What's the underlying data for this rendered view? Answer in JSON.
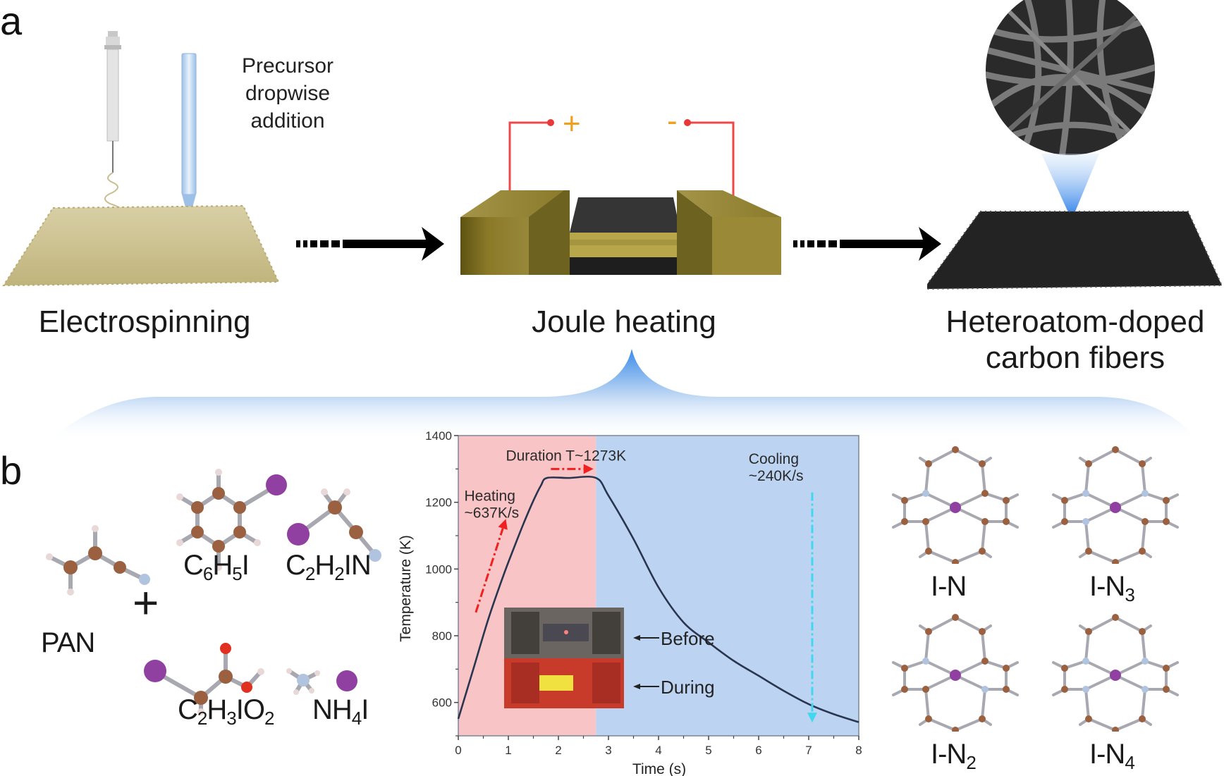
{
  "panel_a": {
    "label": "a",
    "precursor_note": [
      "Precursor",
      "dropwise",
      "addition"
    ],
    "steps": [
      {
        "name": "electrospinning",
        "label": "Electrospinning"
      },
      {
        "name": "joule-heating",
        "label": "Joule heating"
      },
      {
        "name": "heteroatom-doped-carbon-fibers",
        "label_lines": [
          "Heteroatom-doped",
          "carbon fibers"
        ]
      }
    ],
    "electrodes": {
      "positive": "+",
      "negative": "-"
    },
    "colors": {
      "precursor_mat": "#c9be8e",
      "electrode": "#8a7a2a",
      "carbon": "#2a2a2a",
      "wire": "#f04040",
      "polarity": "#f0a020",
      "highlight_blue": "#3a8ae8"
    }
  },
  "panel_b": {
    "label": "b",
    "plus_sign": "+",
    "molecules": [
      {
        "name": "PAN",
        "formula_parts": [
          [
            "PAN",
            ""
          ]
        ]
      },
      {
        "name": "C6H5I",
        "formula_parts": [
          [
            "C",
            "6"
          ],
          [
            "H",
            "5"
          ],
          [
            "I",
            ""
          ]
        ]
      },
      {
        "name": "C2H2IN",
        "formula_parts": [
          [
            "C",
            "2"
          ],
          [
            "H",
            "2"
          ],
          [
            "IN",
            ""
          ]
        ]
      },
      {
        "name": "C2H3IO2",
        "formula_parts": [
          [
            "C",
            "2"
          ],
          [
            "H",
            "3"
          ],
          [
            "IO",
            "2"
          ]
        ]
      },
      {
        "name": "NH4I",
        "formula_parts": [
          [
            "NH",
            "4"
          ],
          [
            "I",
            ""
          ]
        ]
      }
    ],
    "structures": [
      {
        "name": "I-N",
        "base": "I-N",
        "sub": ""
      },
      {
        "name": "I-N3",
        "base": "I-N",
        "sub": "3"
      },
      {
        "name": "I-N2",
        "base": "I-N",
        "sub": "2"
      },
      {
        "name": "I-N4",
        "base": "I-N",
        "sub": "4"
      }
    ],
    "atom_colors": {
      "carbon": "#9a6040",
      "hydrogen": "#e8d8d8",
      "iodine": "#9040a0",
      "nitrogen": "#b0c4e0",
      "oxygen": "#e03020",
      "bond": "#a8a8b0"
    },
    "inset_labels": {
      "before": "Before",
      "during": "During"
    }
  },
  "chart_data": {
    "type": "line",
    "title": "",
    "xlabel": "Time (s)",
    "ylabel": "Temperature (K)",
    "xlim": [
      0,
      8
    ],
    "ylim": [
      500,
      1400
    ],
    "x_ticks": [
      0,
      1,
      2,
      3,
      4,
      5,
      6,
      7,
      8
    ],
    "y_ticks": [
      600,
      800,
      1000,
      1200,
      1400
    ],
    "grid": false,
    "regions": [
      {
        "name": "heating-region",
        "x_range": [
          0,
          2.75
        ],
        "color": "#f8c4c6"
      },
      {
        "name": "cooling-region",
        "x_range": [
          2.75,
          8
        ],
        "color": "#bcd4f2"
      }
    ],
    "series": [
      {
        "name": "Temperature",
        "color": "#2a3550",
        "x": [
          0,
          0.3,
          0.6,
          0.9,
          1.1,
          1.3,
          1.5,
          1.65,
          1.77,
          2.2,
          2.75,
          3.0,
          3.5,
          4.0,
          4.5,
          5.0,
          5.5,
          6.0,
          6.5,
          7.0,
          7.5,
          8.0
        ],
        "y": [
          551,
          700,
          850,
          980,
          1059,
          1135,
          1205,
          1250,
          1273,
          1273,
          1273,
          1220,
          1090,
          945,
          840,
          780,
          725,
          680,
          635,
          595,
          565,
          541
        ]
      }
    ],
    "annotations": [
      {
        "name": "heating-rate",
        "lines": [
          "Heating",
          "~637K/s"
        ],
        "x": 0.12,
        "y": 1205
      },
      {
        "name": "duration",
        "text": "Duration T~1273K",
        "x": 0.95,
        "y": 1325
      },
      {
        "name": "cooling-rate",
        "lines": [
          "Cooling",
          "~240K/s"
        ],
        "x": 5.8,
        "y": 1315
      }
    ],
    "arrows": [
      {
        "name": "heating-arrow",
        "color": "#f02020",
        "from": [
          0.35,
          870
        ],
        "to": [
          0.95,
          1150
        ]
      },
      {
        "name": "duration-arrow",
        "color": "#f02020",
        "from": [
          1.85,
          1300
        ],
        "to": [
          2.7,
          1300
        ]
      },
      {
        "name": "cooling-arrow",
        "color": "#40d8f0",
        "from": [
          7.07,
          1230
        ],
        "to": [
          7.07,
          540
        ]
      }
    ]
  }
}
